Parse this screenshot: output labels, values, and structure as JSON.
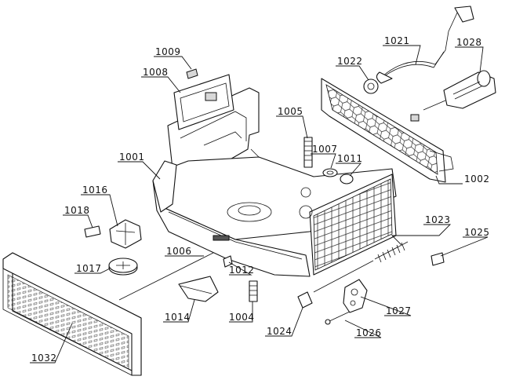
{
  "callouts": [
    {
      "id": "c1001",
      "text": "1001"
    },
    {
      "id": "c1002",
      "text": "1002"
    },
    {
      "id": "c1004",
      "text": "1004"
    },
    {
      "id": "c1005",
      "text": "1005"
    },
    {
      "id": "c1006",
      "text": "1006"
    },
    {
      "id": "c1007",
      "text": "1007"
    },
    {
      "id": "c1008",
      "text": "1008"
    },
    {
      "id": "c1009",
      "text": "1009"
    },
    {
      "id": "c1011",
      "text": "1011"
    },
    {
      "id": "c1012",
      "text": "1012"
    },
    {
      "id": "c1014",
      "text": "1014"
    },
    {
      "id": "c1016",
      "text": "1016"
    },
    {
      "id": "c1017",
      "text": "1017"
    },
    {
      "id": "c1018",
      "text": "1018"
    },
    {
      "id": "c1021",
      "text": "1021"
    },
    {
      "id": "c1022",
      "text": "1022"
    },
    {
      "id": "c1023",
      "text": "1023"
    },
    {
      "id": "c1024",
      "text": "1024"
    },
    {
      "id": "c1025",
      "text": "1025"
    },
    {
      "id": "c1026",
      "text": "1026"
    },
    {
      "id": "c1027",
      "text": "1027"
    },
    {
      "id": "c1028",
      "text": "1028"
    },
    {
      "id": "c1032",
      "text": "1032"
    }
  ]
}
